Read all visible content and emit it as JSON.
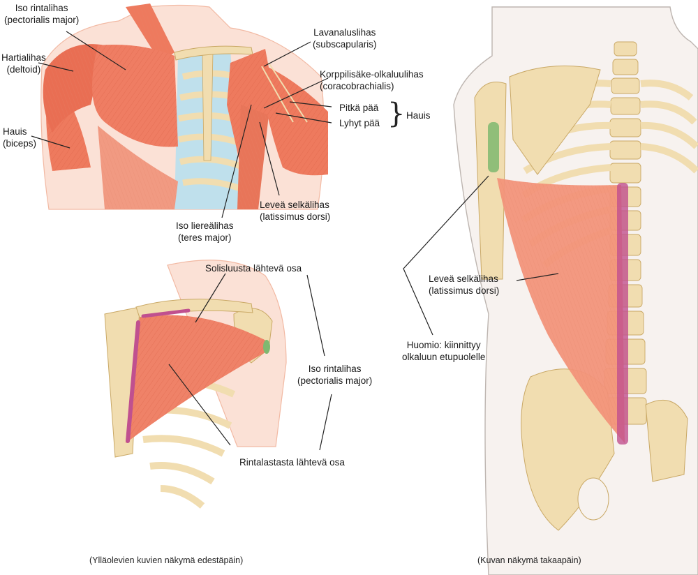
{
  "labels": {
    "pectoralis_top": {
      "line1": "Iso rintalihas",
      "line2": "(pectorialis major)"
    },
    "deltoid": {
      "line1": "Hartialihas",
      "line2": "(deltoid)"
    },
    "biceps": {
      "line1": "Hauis",
      "line2": "(biceps)"
    },
    "subscapularis": {
      "line1": "Lavanaluslihas",
      "line2": "(subscapularis)"
    },
    "coracobrachialis": {
      "line1": "Korppilisäke-olkaluulihas",
      "line2": "(coracobrachialis)"
    },
    "long_head": "Pitkä pää",
    "short_head": "Lyhyt pää",
    "biceps_group": "Hauis",
    "lat_front": {
      "line1": "Leveä selkälihas",
      "line2": "(latissimus dorsi)"
    },
    "teres_major": {
      "line1": "Iso liereälihas",
      "line2": "(teres major)"
    },
    "clavicular_part": "Solisluusta lähtevä osa",
    "pectoralis_mid": {
      "line1": "Iso rintalihas",
      "line2": "(pectorialis major)"
    },
    "sternal_part": "Rintalastasta lähtevä osa",
    "lat_back": {
      "line1": "Leveä selkälihas",
      "line2": "(latissimus dorsi)"
    },
    "note": {
      "line1": "Huomio: kiinnittyy",
      "line2": "olkaluun etupuolelle"
    }
  },
  "captions": {
    "front": "(Ylläolevien kuvien näkymä edestäpäin)",
    "back": "(Kuvan näkymä takaapäin)"
  },
  "colors": {
    "muscle": "#ee7a5e",
    "muscle_dark": "#d85a40",
    "muscle_light": "#f6b09a",
    "bone": "#f1ddb0",
    "bone_edge": "#c9a865",
    "cartilage": "#bfe0ec",
    "skin": "#fbe1d6",
    "skin_edge": "#f2b9a3",
    "origin_mark": "#c0508f",
    "insertion_mark": "#7fb870",
    "text": "#1a1a1a"
  }
}
